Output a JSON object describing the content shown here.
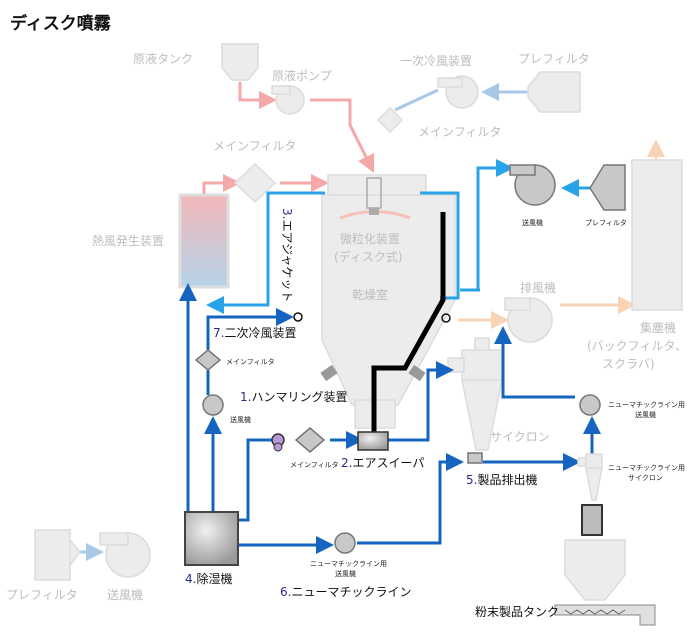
{
  "title": "ディスク噴霧",
  "labels": {
    "stock_tank": "原液タンク",
    "stock_pump": "原液ポンプ",
    "primary_cooler": "一次冷風装置",
    "prefilter_top": "プレフィルタ",
    "main_filter_top": "メインフィルタ",
    "main_filter_heater": "メインフィルタ",
    "hot_air_generator": "熱風発生装置",
    "atomizer_line1": "微粒化装置",
    "atomizer_line2": "(ディスク式)",
    "drying_chamber": "乾燥室",
    "blower_right": "送風機",
    "prefilter_right": "プレフィルタ",
    "exhaust_fan": "排風機",
    "dust_collector_line1": "集塵機",
    "dust_collector_line2": "(バックフィルタ、",
    "dust_collector_line3": "スクラバ)",
    "cyclone": "サイクロン",
    "air_jacket": "3.エアジャケット",
    "secondary_cooler": "7.二次冷風装置",
    "main_filter_small": "メインフィルタ",
    "blower_small": "送風機",
    "hammering": "1.ハンマリング装置",
    "main_filter_sweeper": "メインフィルタ",
    "air_sweeper": "2.エアスイーパ",
    "product_discharger": "5.製品排出機",
    "pneumatic_blower_line1": "ニューマチックライン用",
    "pneumatic_blower_line2": "送風機",
    "pneumatic_cyclone_line1": "ニューマチックライン用",
    "pneumatic_cyclone_line2": "サイクロン",
    "dehumidifier": "4.除湿機",
    "pneumatic_line": "6.ニューマチックライン",
    "pneumatic_fan_bottom_line1": "ニューマチックライン用",
    "pneumatic_fan_bottom_line2": "送風機",
    "prefilter_left": "プレフィルタ",
    "blower_left": "送風機",
    "powder_tank": "粉末製品タンク"
  },
  "colors": {
    "air_line": "#1565c0",
    "jacket_line": "#29a3e8",
    "hot_line": "#f4a8a8",
    "sweeper_pipe": "#000000"
  }
}
